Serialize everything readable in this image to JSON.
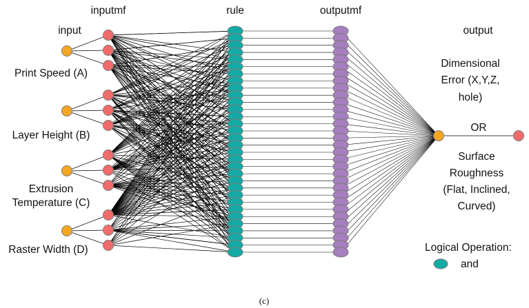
{
  "headers": {
    "inputmf": "inputmf",
    "rule": "rule",
    "outputmf": "outputmf",
    "input": "input",
    "output": "output"
  },
  "inputs": [
    {
      "label_lines": [
        "Print Speed (A)"
      ],
      "mf_count": 3
    },
    {
      "label_lines": [
        "Layer Height (B)"
      ],
      "mf_count": 3
    },
    {
      "label_lines": [
        "Extrusion",
        "Temperature (C)"
      ],
      "mf_count": 3
    },
    {
      "label_lines": [
        "Raster Width (D)"
      ],
      "mf_count": 3
    }
  ],
  "rule_count": 32,
  "outputmf_count": 32,
  "output_text": {
    "top": [
      "Dimensional",
      "Error (X,Y,Z,",
      "hole)"
    ],
    "or": "OR",
    "bottom": [
      "Surface",
      "Roughness",
      "(Flat, Inclined,",
      "Curved)"
    ]
  },
  "legend": {
    "title": "Logical Operation:",
    "item_label": "and"
  },
  "caption": "(c)",
  "colors": {
    "input_node": "#f5a623",
    "mf_node": "#f06b6b",
    "rule_node": "#14a9a5",
    "outputmf_node": "#a57fbe",
    "output_node": "#f5a623",
    "final_node": "#f06b6b",
    "node_stroke": "#7a7a7a",
    "edge": "#000000"
  }
}
